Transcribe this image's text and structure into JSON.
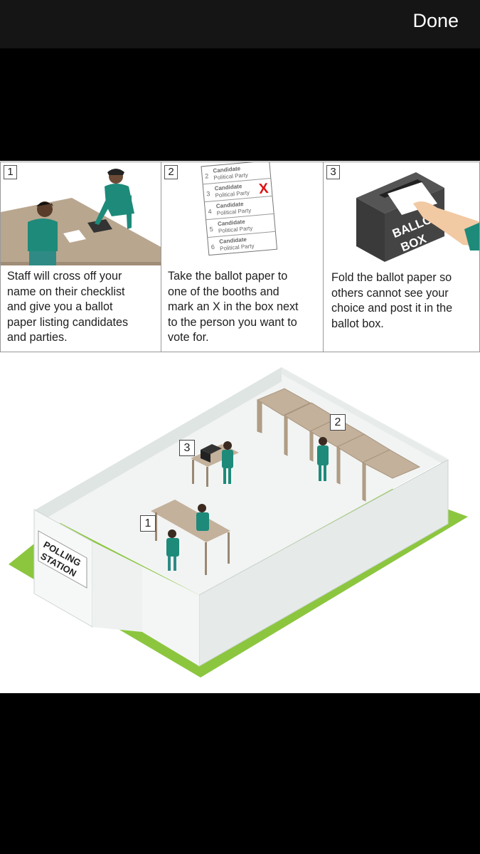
{
  "nav": {
    "done_label": "Done"
  },
  "steps": [
    {
      "number": "1",
      "lines": [
        "Staff will cross off your",
        "name on their checklist",
        "and give you a ballot",
        "paper listing candidates",
        "and parties."
      ]
    },
    {
      "number": "2",
      "lines": [
        "Take the ballot paper to",
        "one of the booths and",
        "mark an X in the box next",
        "to the person you want to",
        "vote for."
      ]
    },
    {
      "number": "3",
      "lines": [
        "Fold the ballot paper so",
        "others cannot see your",
        "choice and post it in the",
        "ballot box."
      ]
    }
  ],
  "ballot_paper": {
    "rows": [
      {
        "num": "2",
        "title": "Candidate",
        "party": "Political Party"
      },
      {
        "num": "3",
        "title": "Candidate",
        "party": "Political Party"
      },
      {
        "num": "4",
        "title": "Candidate",
        "party": "Political Party"
      },
      {
        "num": "5",
        "title": "Candidate",
        "party": "Political Party"
      },
      {
        "num": "6",
        "title": "Candidate",
        "party": "Political Party"
      }
    ],
    "mark": "X"
  },
  "ballot_box_text": [
    "BALLOT",
    "BOX"
  ],
  "station": {
    "sign_lines": [
      "POLLING",
      "STATION"
    ],
    "labels": [
      "1",
      "2",
      "3"
    ]
  },
  "colors": {
    "teal": "#1e8a7a",
    "table": "#b9a68f",
    "ground": "#8cc63f",
    "wall": "#e6ebea"
  }
}
